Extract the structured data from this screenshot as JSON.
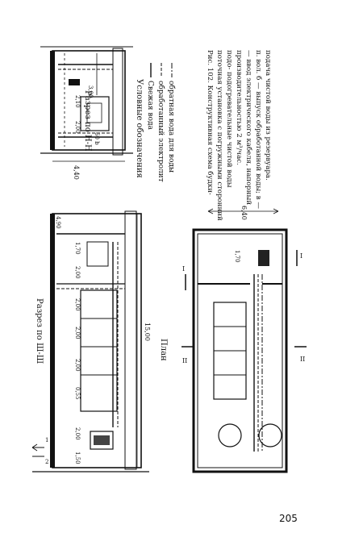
{
  "page_number": "205",
  "section_hh": {
    "title": "Разрез по Н-Н",
    "dims": [
      "2,00",
      "2,10",
      "3,00",
      "60 b",
      "4,40"
    ]
  },
  "legend": {
    "title": "Условные обозначения",
    "items": [
      "Свежая вода",
      "обработанный электролит",
      "обратная вода для воды"
    ]
  },
  "caption": {
    "lines": [
      "Рис. 102. Конструктивная схема будки-",
      "поточная установка с погружными сторонний",
      "подо- подогревательные чистой воды",
      "производительностью 2 м³/час.",
      "— ввод электрического кабеля, напорный",
      "п. вол. б — выпуск обработанной воды; в —",
      "подача чистой воды из резервуара."
    ]
  },
  "section_ii": {
    "title": "Разрез по Ш-Ш",
    "dims": [
      "4,90",
      "0,55",
      "2,00",
      "2,00",
      "2,00",
      "2,00",
      "1,70",
      "15,00",
      "2,00",
      "1,50"
    ],
    "labels": [
      "1",
      "2"
    ]
  },
  "plan": {
    "title": "План",
    "dims": [
      "1,70",
      "6,40"
    ],
    "markers": [
      "I",
      "I",
      "II",
      "II"
    ]
  }
}
